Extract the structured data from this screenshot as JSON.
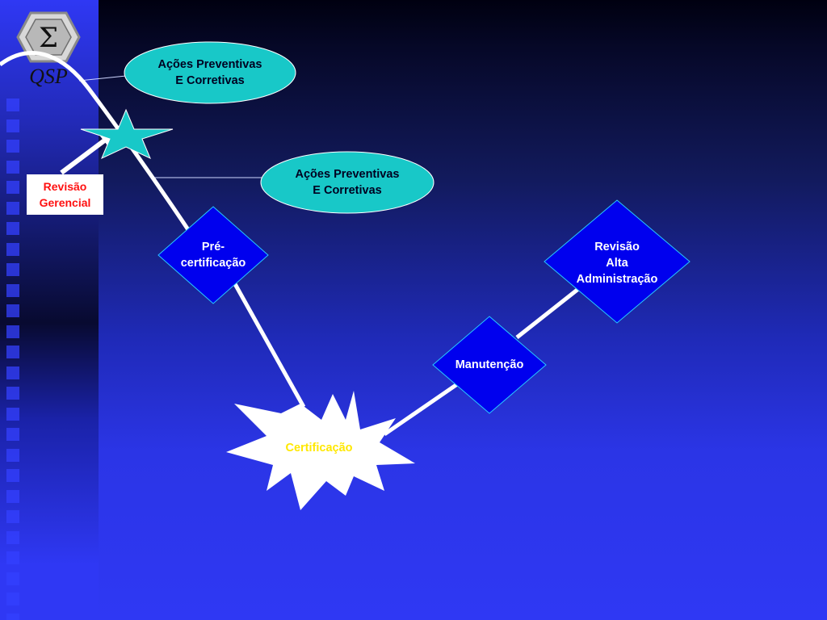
{
  "logo": {
    "symbol": "Σ",
    "text": "QSP"
  },
  "nodes": {
    "acoes1": {
      "line1": "Ações Preventivas",
      "line2": "E Corretivas"
    },
    "acoes2": {
      "line1": "Ações  Preventivas",
      "line2": "E Corretivas"
    },
    "revisao_gerencial": {
      "line1": "Revisão",
      "line2": "Gerencial"
    },
    "pre_certificacao": {
      "line1": "Pré-",
      "line2": "certificação"
    },
    "certificacao": {
      "label": "Certificação"
    },
    "manutencao": {
      "label": "Manutenção"
    },
    "revisao_alta": {
      "line1": "Revisão",
      "line2": "Alta",
      "line3": "Administração"
    }
  },
  "colors": {
    "ellipse_fill": "#18c8c8",
    "diamond_fill": "#0000ee",
    "star_fill": "#18c8c8",
    "burst_fill": "#ffffff",
    "burst_text": "#ffe800",
    "revisao_text": "#ff1010"
  }
}
